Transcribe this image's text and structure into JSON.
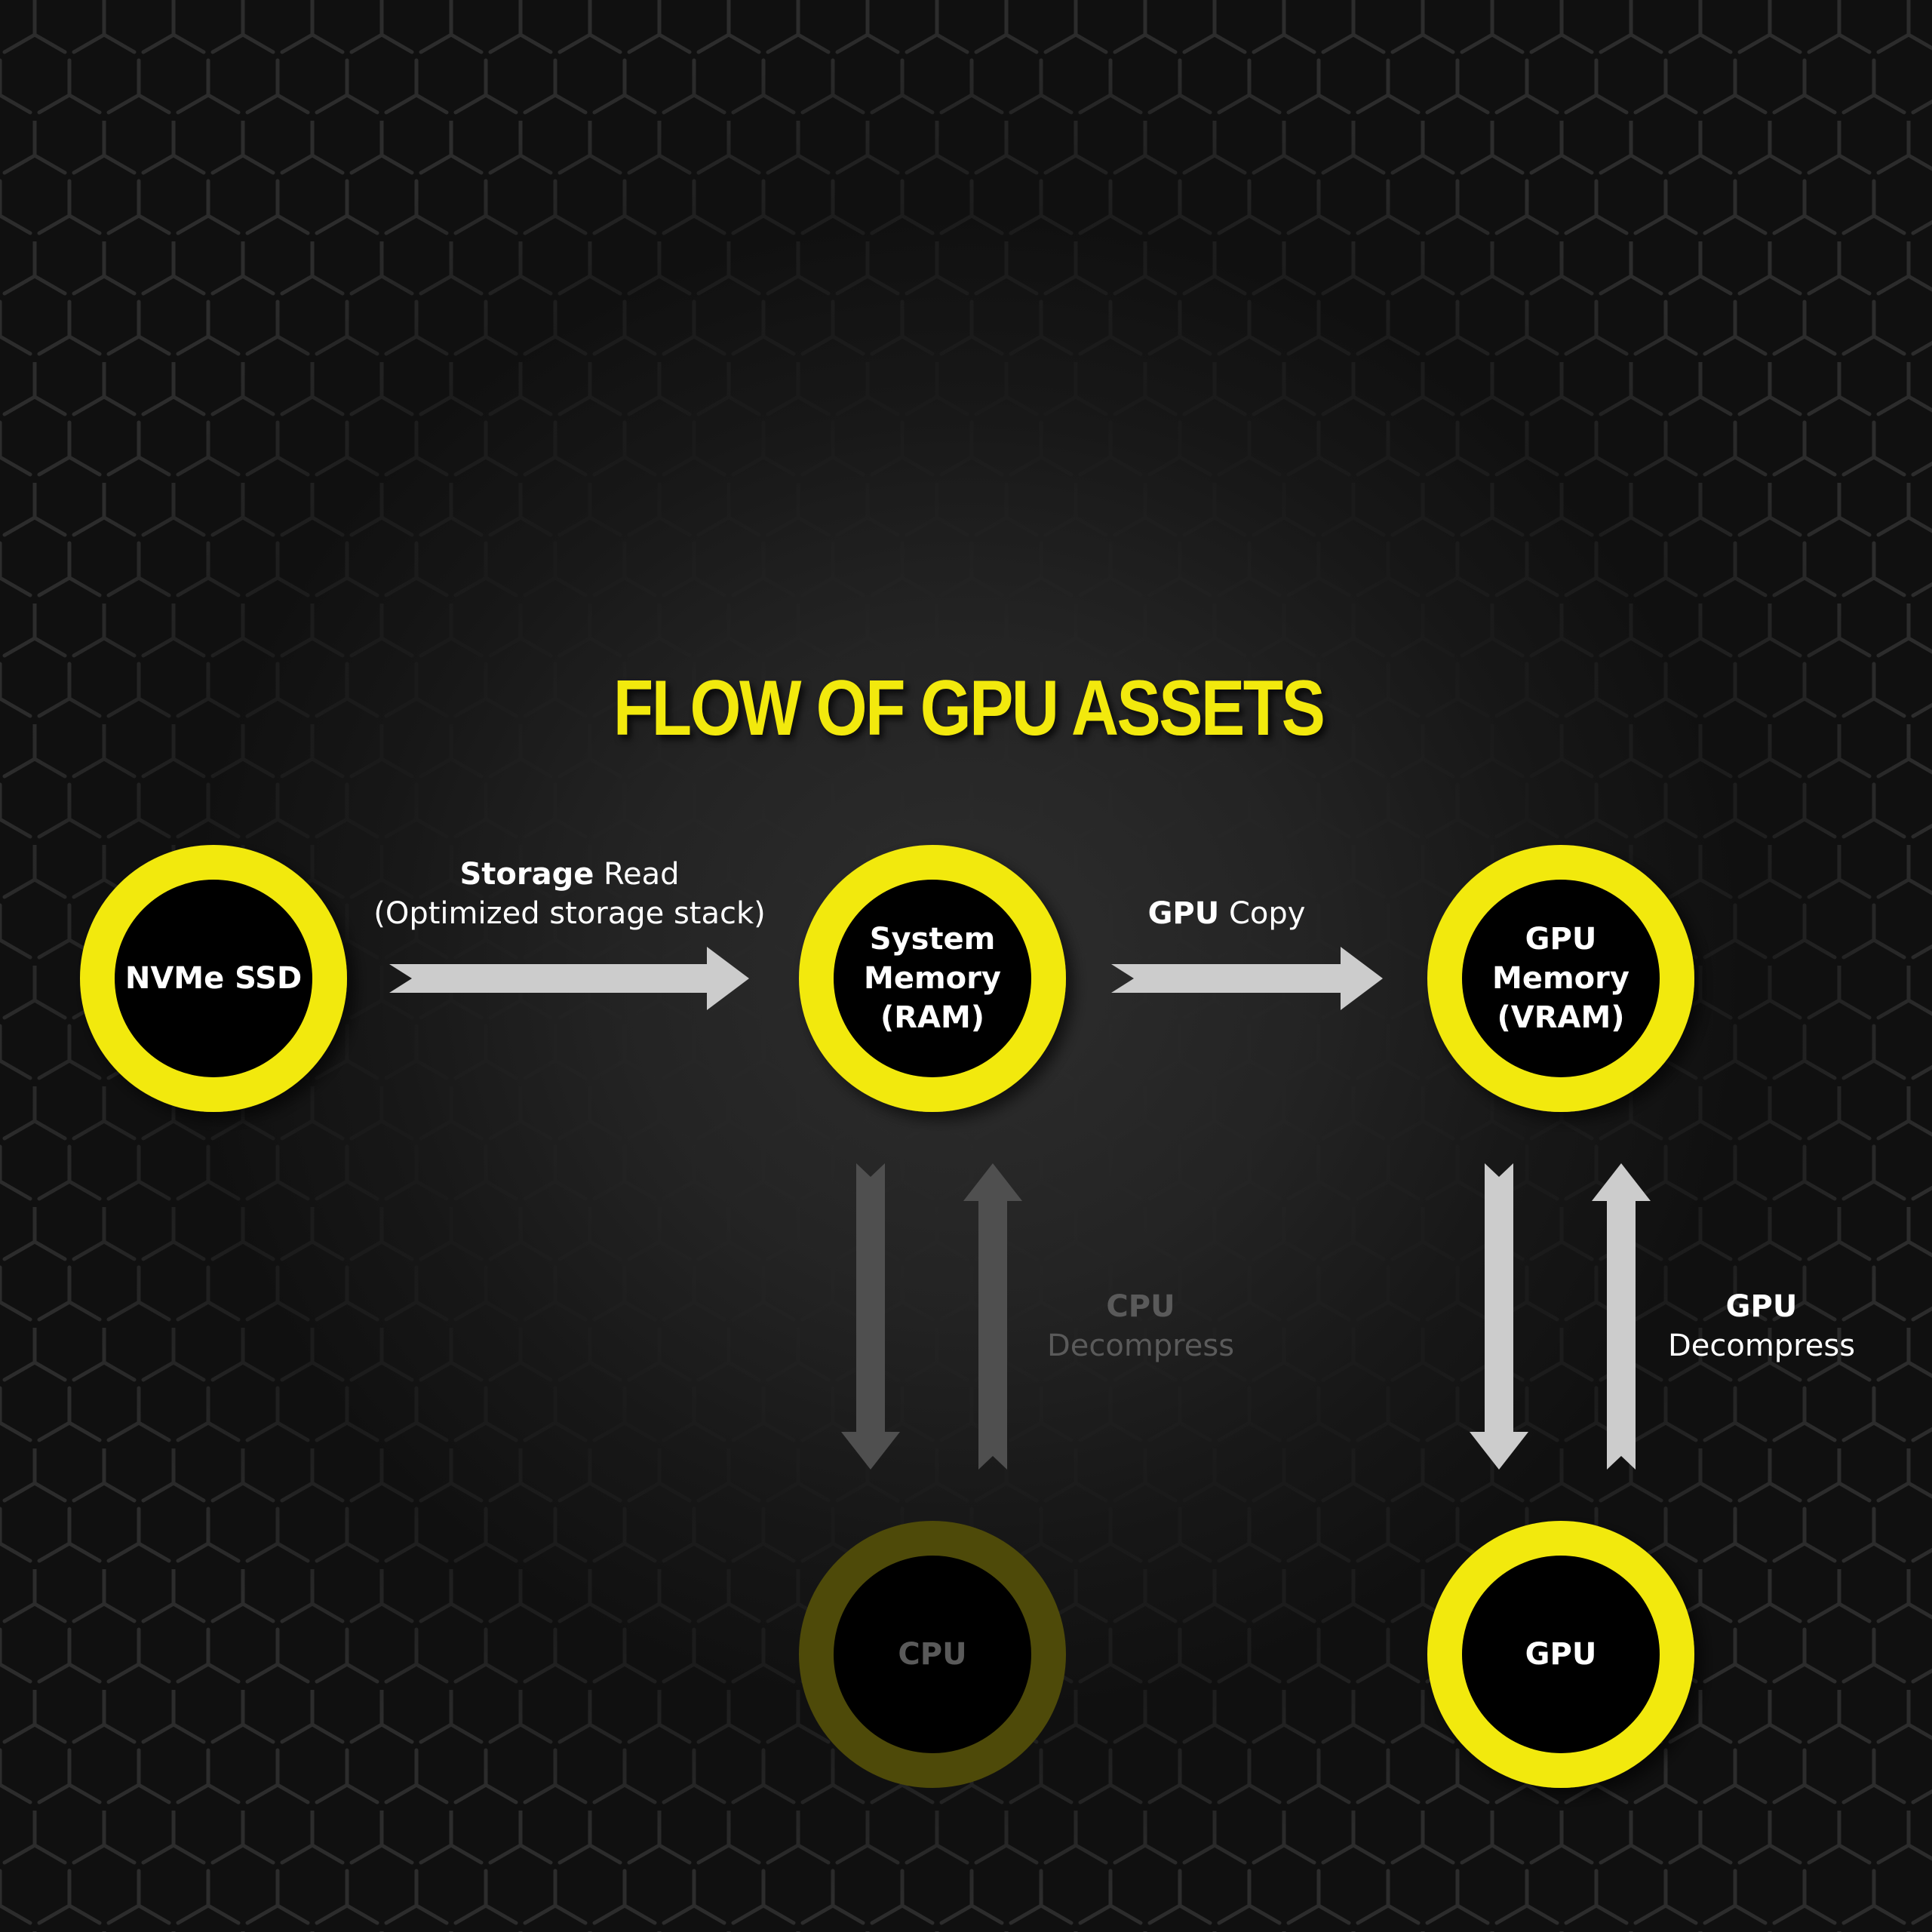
{
  "title": "FLOW OF GPU ASSETS",
  "colors": {
    "accent": "#f2e90d",
    "accent_dim": "#4e4a09",
    "arrow": "#cccccc",
    "arrow_dim": "#4f4f4f",
    "node_fill": "#000000",
    "background": "#101010"
  },
  "nodes": {
    "nvme": {
      "lines": [
        "NVMe SSD"
      ]
    },
    "ram": {
      "lines": [
        "System",
        "Memory",
        "(RAM)"
      ]
    },
    "vram": {
      "lines": [
        "GPU",
        "Memory",
        "(VRAM)"
      ]
    },
    "cpu": {
      "lines": [
        "CPU"
      ],
      "dimmed": true
    },
    "gpu": {
      "lines": [
        "GPU"
      ]
    }
  },
  "edges": {
    "storage_read": {
      "bold": "Storage",
      "rest": "Read",
      "sub": "(Optimized storage stack)"
    },
    "gpu_copy": {
      "bold": "GPU",
      "rest": "Copy"
    },
    "cpu_decompress": {
      "bold": "CPU",
      "sub": "Decompress",
      "dimmed": true
    },
    "gpu_decompress": {
      "bold": "GPU",
      "sub": "Decompress"
    }
  }
}
